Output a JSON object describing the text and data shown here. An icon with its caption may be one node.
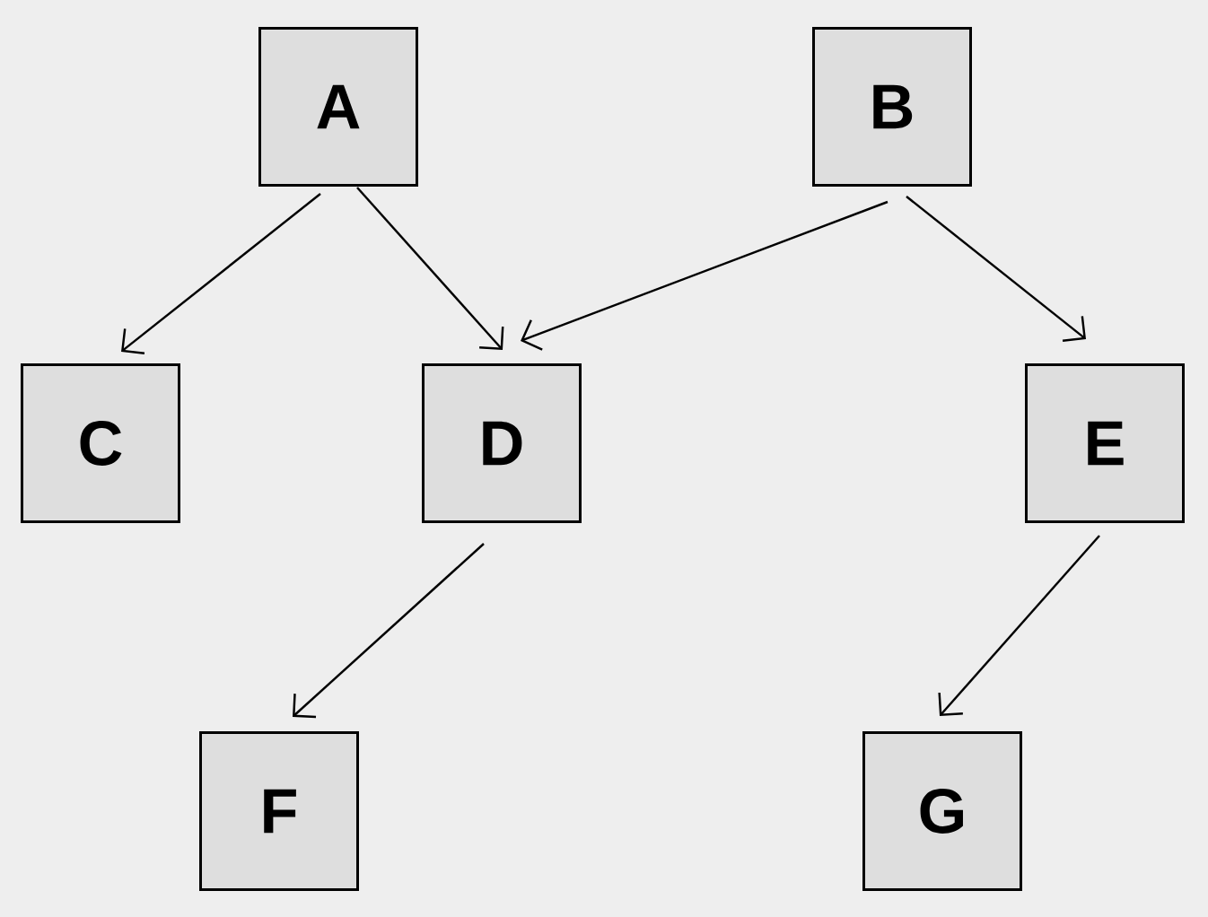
{
  "diagram": {
    "nodes": [
      {
        "text": [
          "A"
        ]
      },
      {
        "text": [
          "B"
        ]
      },
      {
        "text": [
          "C"
        ]
      },
      {
        "text": [
          "D"
        ]
      },
      {
        "text": [
          "E"
        ]
      },
      {
        "text": [
          "F"
        ]
      },
      {
        "text": [
          "G"
        ]
      }
    ],
    "edges": [
      {
        "from": 0,
        "to": 2,
        "arrow": "to"
      },
      {
        "from": 0,
        "to": 3,
        "arrow": "to"
      },
      {
        "from": 1,
        "to": 3,
        "arrow": "to"
      },
      {
        "from": 1,
        "to": 4,
        "arrow": "to"
      },
      {
        "from": 3,
        "to": 5,
        "arrow": "to"
      },
      {
        "from": 4,
        "to": 6,
        "arrow": "to"
      }
    ]
  }
}
